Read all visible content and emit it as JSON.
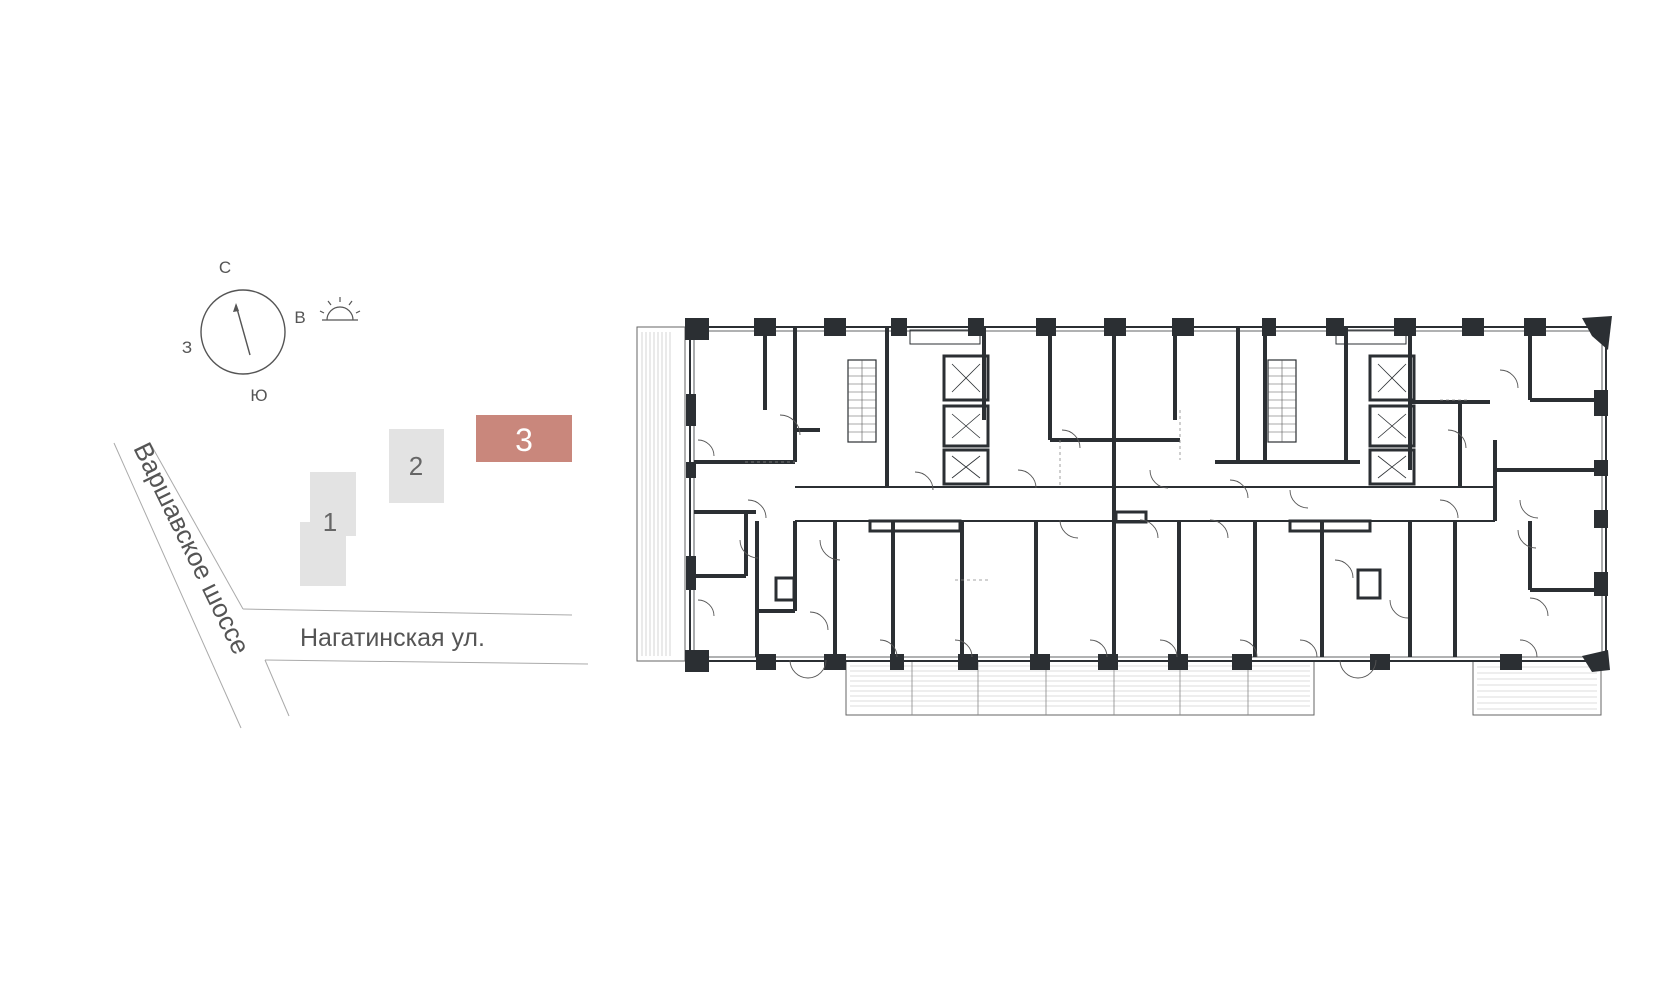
{
  "compass": {
    "north": "С",
    "south": "Ю",
    "east": "В",
    "west": "З"
  },
  "site_plan": {
    "streets": {
      "varshavskoe": "Варшавское шоссе",
      "nagatinskaya": "Нагатинская ул."
    },
    "buildings": [
      {
        "label": "1",
        "active": false
      },
      {
        "label": "2",
        "active": false
      },
      {
        "label": "3",
        "active": true
      }
    ]
  },
  "colors": {
    "active_building": "#c9877c",
    "inactive_building": "#e3e3e3",
    "wall": "#2b2f33",
    "line": "#555555"
  }
}
